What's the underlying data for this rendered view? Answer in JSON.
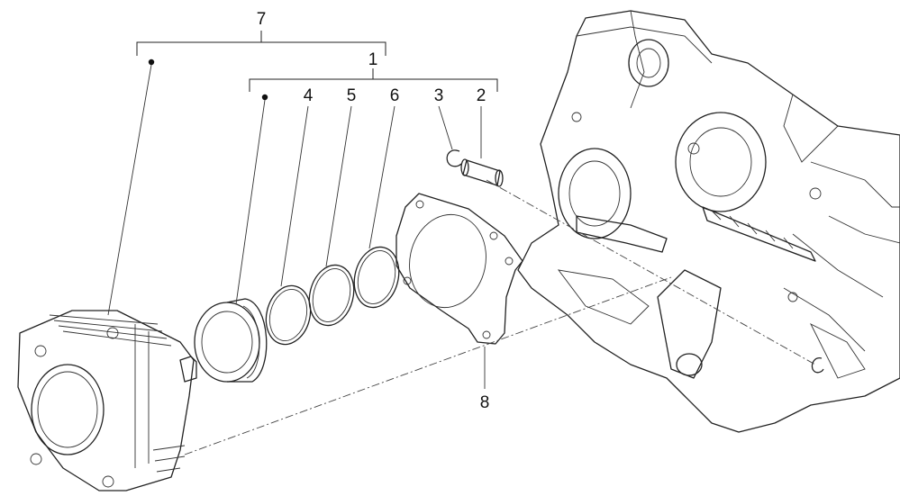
{
  "diagram": {
    "callouts": {
      "c7": "7",
      "c1": "1",
      "c4": "4",
      "c5": "5",
      "c6": "6",
      "c3": "3",
      "c2": "2",
      "c8": "8"
    }
  }
}
